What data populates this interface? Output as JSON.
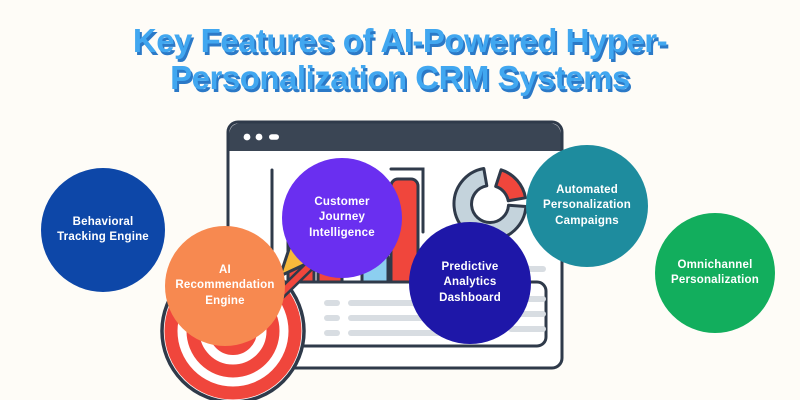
{
  "colors": {
    "background": "#FEFCF7",
    "outline": "#2F3A4A"
  },
  "title": {
    "line1": "Key Features of AI-Powered Hyper-",
    "line2": "Personalization CRM Systems",
    "color": "#41A7F0",
    "shadow_color": "#2B79C7"
  },
  "window": {
    "body_color": "#FFFFFF",
    "titlebar_color": "#3A4554",
    "control_dot_color": "#FFFFFF"
  },
  "charts": {
    "bar_color": "#F0463C",
    "bar_alt_color": "#8CCFF0",
    "donut_main_color": "#C4D3DC",
    "donut_accent_color": "#F0463C",
    "placeholder_line_color": "#D8DDE2"
  },
  "dart": {
    "board_base_color": "#FFFFFF",
    "board_ring_color": "#F0463C",
    "flight_color": "#F6B93B",
    "shaft_color": "#F0463C"
  },
  "features": [
    {
      "label": "Behavioral Tracking Engine",
      "color": "#0D47A8"
    },
    {
      "label": "AI Recommendation Engine",
      "color": "#F78950"
    },
    {
      "label": "Customer Journey Intelligence",
      "color": "#6A2FF0"
    },
    {
      "label": "Predictive Analytics Dashboard",
      "color": "#1E17A8"
    },
    {
      "label": "Automated Personalization Campaigns",
      "color": "#1E8C9E"
    },
    {
      "label": "Omnichannel Personalization",
      "color": "#12AE5D"
    }
  ]
}
